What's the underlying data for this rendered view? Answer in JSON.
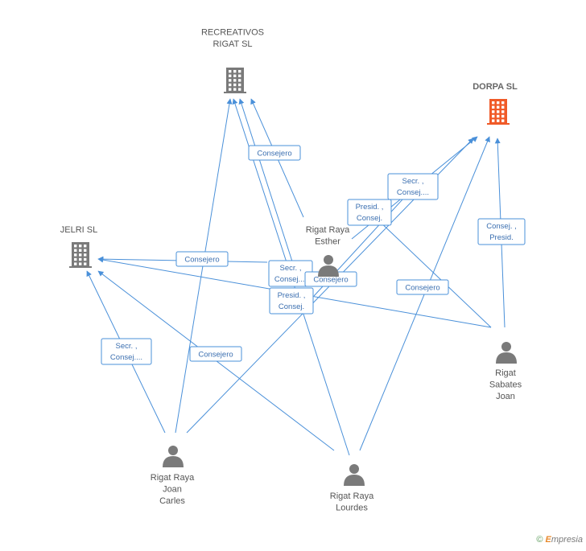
{
  "colors": {
    "edge": "#4a90d9",
    "company": "#7a7a7a",
    "company_highlight": "#f05a28",
    "person": "#7a7a7a"
  },
  "nodes": [
    {
      "id": "recreativos",
      "type": "company",
      "label_lines": [
        "RECREATIVOS",
        "RIGAT SL"
      ],
      "icon": "building-icon"
    },
    {
      "id": "dorpa",
      "type": "company",
      "highlight": true,
      "label_lines": [
        "DORPA SL"
      ],
      "icon": "building-icon"
    },
    {
      "id": "jelri",
      "type": "company",
      "label_lines": [
        "JELRI SL"
      ],
      "icon": "building-icon"
    },
    {
      "id": "esther",
      "type": "person",
      "label_lines": [
        "Rigat Raya",
        "Esther"
      ],
      "icon": "person-icon"
    },
    {
      "id": "sabates",
      "type": "person",
      "label_lines": [
        "Rigat",
        "Sabates",
        "Joan"
      ],
      "icon": "person-icon"
    },
    {
      "id": "carles",
      "type": "person",
      "label_lines": [
        "Rigat Raya",
        "Joan",
        "Carles"
      ],
      "icon": "person-icon"
    },
    {
      "id": "lourdes",
      "type": "person",
      "label_lines": [
        "Rigat Raya",
        "Lourdes"
      ],
      "icon": "person-icon"
    }
  ],
  "edge_labels": [
    {
      "id": "e1",
      "lines": [
        "Consejero"
      ]
    },
    {
      "id": "e2",
      "lines": [
        "Secr. ,",
        "Consej...."
      ]
    },
    {
      "id": "e3",
      "lines": [
        "Presid. ,",
        "Consej."
      ]
    },
    {
      "id": "e4",
      "lines": [
        "Consej. ,",
        "Presid."
      ]
    },
    {
      "id": "e5",
      "lines": [
        "Consejero"
      ]
    },
    {
      "id": "e6",
      "lines": [
        "Secr. ,",
        "Consej...."
      ]
    },
    {
      "id": "e7",
      "lines": [
        "Consejero"
      ]
    },
    {
      "id": "e8",
      "lines": [
        "Presid. ,",
        "Consej."
      ]
    },
    {
      "id": "e9",
      "lines": [
        "Consejero"
      ]
    },
    {
      "id": "e10",
      "lines": [
        "Secr. ,",
        "Consej...."
      ]
    },
    {
      "id": "e11",
      "lines": [
        "Consejero"
      ]
    }
  ],
  "footer": {
    "copyright": "©",
    "brand_initial": "E",
    "brand_rest": "mpresia"
  }
}
